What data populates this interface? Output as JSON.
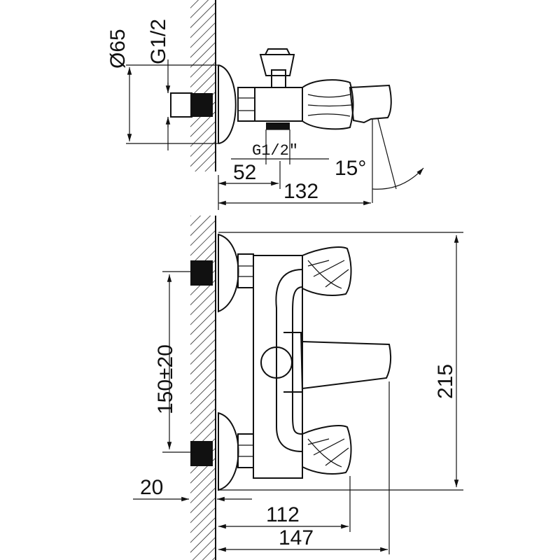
{
  "top_view": {
    "dia": "Ø65",
    "thread_wall": "G1/2",
    "thread_outlet": "G1/2\"",
    "depth_inner": "52",
    "depth_total": "132",
    "angle": "15°"
  },
  "front_view": {
    "height_total": "215",
    "spacing": "150±20",
    "wall_offset": "20",
    "depth_body": "112",
    "depth_total": "147"
  }
}
